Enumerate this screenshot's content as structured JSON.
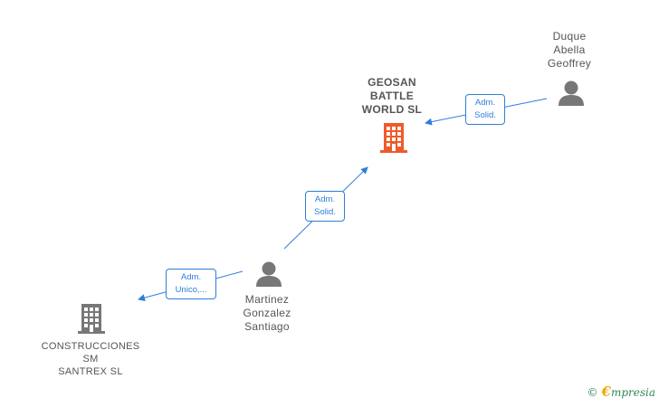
{
  "colors": {
    "edge": "#2f7ed8",
    "person_icon": "#777777",
    "focus_company_icon": "#f05a2a",
    "company_icon": "#777777",
    "watermark": "#2e8b57"
  },
  "nodes": {
    "geosan": {
      "name_lines": [
        "GEOSAN",
        "BATTLE",
        "WORLD  SL"
      ],
      "icon": "building-icon"
    },
    "duque": {
      "name_lines": [
        "Duque",
        "Abella",
        "Geoffrey"
      ],
      "icon": "person-icon"
    },
    "martinez": {
      "name_lines": [
        "Martinez",
        "Gonzalez",
        "Santiago"
      ],
      "icon": "person-icon"
    },
    "construcciones": {
      "name_lines": [
        "CONSTRUCCIONES",
        "SM",
        "SANTREX  SL"
      ],
      "icon": "building-icon"
    }
  },
  "edges": {
    "duque_geosan": {
      "label_lines": [
        "Adm.",
        "Solid."
      ]
    },
    "martinez_geosan": {
      "label_lines": [
        "Adm.",
        "Solid."
      ]
    },
    "martinez_construcciones": {
      "label_lines": [
        "Adm.",
        "Unico,..."
      ]
    }
  },
  "watermark": {
    "copyright_symbol": "©",
    "brand_initial": "€",
    "brand_rest": "mpresia"
  }
}
